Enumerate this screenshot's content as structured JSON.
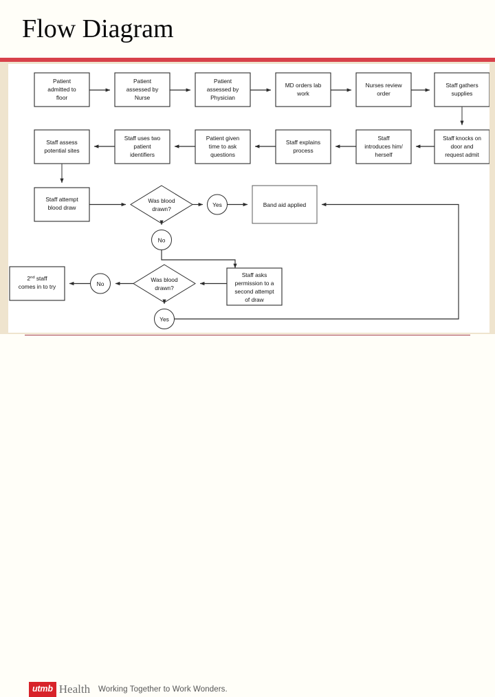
{
  "slide": {
    "title": "Flow Diagram",
    "accent_color": "#D8414A",
    "backdrop_color": "#EFE4CE",
    "canvas_color": "#FFFFFF"
  },
  "footer": {
    "logo_mark": "utmb",
    "logo_word": "Health",
    "tagline": "Working Together to Work Wonders.",
    "logo_color": "#D8232A",
    "rule_color": "#A33A45"
  },
  "chart_data": {
    "type": "diagram",
    "title": "Flow Diagram",
    "nodes": [
      {
        "id": "n1",
        "shape": "process",
        "label": "Patient admitted to floor",
        "row": 1
      },
      {
        "id": "n2",
        "shape": "process",
        "label": "Patient assessed by Nurse",
        "row": 1
      },
      {
        "id": "n3",
        "shape": "process",
        "label": "Patient assessed by Physician",
        "row": 1
      },
      {
        "id": "n4",
        "shape": "process",
        "label": "MD orders lab work",
        "row": 1
      },
      {
        "id": "n5",
        "shape": "process",
        "label": "Nurses review order",
        "row": 1
      },
      {
        "id": "n6",
        "shape": "process",
        "label": "Staff gathers supplies",
        "row": 1
      },
      {
        "id": "n7",
        "shape": "process",
        "label": "Staff knocks on door and request admit",
        "row": 2
      },
      {
        "id": "n8",
        "shape": "process",
        "label": "Staff introduces him/herself",
        "row": 2
      },
      {
        "id": "n9",
        "shape": "process",
        "label": "Staff explains process",
        "row": 2
      },
      {
        "id": "n10",
        "shape": "process",
        "label": "Patient given time to ask questions",
        "row": 2
      },
      {
        "id": "n11",
        "shape": "process",
        "label": "Staff uses two patient identifiers",
        "row": 2
      },
      {
        "id": "n12",
        "shape": "process",
        "label": "Staff assess potential sites",
        "row": 2
      },
      {
        "id": "n13",
        "shape": "process",
        "label": "Staff attempt blood draw",
        "row": 3
      },
      {
        "id": "d1",
        "shape": "decision",
        "label": "Was blood drawn?",
        "row": 3
      },
      {
        "id": "c1",
        "shape": "connector",
        "label": "Yes",
        "row": 3
      },
      {
        "id": "n14",
        "shape": "process",
        "label": "Band aid applied",
        "row": 3
      },
      {
        "id": "c2",
        "shape": "connector",
        "label": "No",
        "row": 3
      },
      {
        "id": "n15",
        "shape": "process",
        "label": "Staff asks permission to a second attempt of draw",
        "row": 4
      },
      {
        "id": "d2",
        "shape": "decision",
        "label": "Was blood drawn?",
        "row": 4
      },
      {
        "id": "c3",
        "shape": "connector",
        "label": "No",
        "row": 4
      },
      {
        "id": "n16",
        "shape": "process",
        "label": "2nd staff comes in to try",
        "row": 4
      },
      {
        "id": "c4",
        "shape": "connector",
        "label": "Yes",
        "row": 4
      }
    ],
    "edges": [
      {
        "from": "n1",
        "to": "n2",
        "label": ""
      },
      {
        "from": "n2",
        "to": "n3",
        "label": ""
      },
      {
        "from": "n3",
        "to": "n4",
        "label": ""
      },
      {
        "from": "n4",
        "to": "n5",
        "label": ""
      },
      {
        "from": "n5",
        "to": "n6",
        "label": ""
      },
      {
        "from": "n6",
        "to": "n7",
        "label": ""
      },
      {
        "from": "n7",
        "to": "n8",
        "label": ""
      },
      {
        "from": "n8",
        "to": "n9",
        "label": ""
      },
      {
        "from": "n9",
        "to": "n10",
        "label": ""
      },
      {
        "from": "n10",
        "to": "n11",
        "label": ""
      },
      {
        "from": "n11",
        "to": "n12",
        "label": ""
      },
      {
        "from": "n12",
        "to": "n13",
        "label": ""
      },
      {
        "from": "n13",
        "to": "d1",
        "label": ""
      },
      {
        "from": "d1",
        "to": "c1",
        "label": "Yes"
      },
      {
        "from": "c1",
        "to": "n14",
        "label": ""
      },
      {
        "from": "d1",
        "to": "c2",
        "label": "No"
      },
      {
        "from": "c2",
        "to": "n15",
        "label": ""
      },
      {
        "from": "n15",
        "to": "d2",
        "label": ""
      },
      {
        "from": "d2",
        "to": "c3",
        "label": "No"
      },
      {
        "from": "c3",
        "to": "n16",
        "label": ""
      },
      {
        "from": "d2",
        "to": "c4",
        "label": "Yes"
      },
      {
        "from": "c4",
        "to": "n14",
        "label": ""
      }
    ],
    "row1": [
      {
        "lines": [
          "Patient",
          "admitted to",
          "floor"
        ]
      },
      {
        "lines": [
          "Patient",
          "assessed by",
          "Nurse"
        ]
      },
      {
        "lines": [
          "Patient",
          "assessed by",
          "Physician"
        ]
      },
      {
        "lines": [
          "MD orders lab",
          "work"
        ]
      },
      {
        "lines": [
          "Nurses review",
          "order"
        ]
      },
      {
        "lines": [
          "Staff gathers",
          "supplies"
        ]
      }
    ],
    "row2": [
      {
        "lines": [
          "Staff assess",
          "potential sites"
        ]
      },
      {
        "lines": [
          "Staff uses two",
          "patient",
          "identifiers"
        ]
      },
      {
        "lines": [
          "Patient given",
          "time to ask",
          "questions"
        ]
      },
      {
        "lines": [
          "Staff explains",
          "process"
        ]
      },
      {
        "lines": [
          "Staff",
          "introduces him/",
          "herself"
        ]
      },
      {
        "lines": [
          "Staff knocks on",
          "door and",
          "request admit"
        ]
      }
    ],
    "row3": {
      "box": {
        "lines": [
          "Staff attempt",
          "blood draw"
        ]
      },
      "decision": {
        "lines": [
          "Was blood",
          "drawn?"
        ]
      },
      "yes": "Yes",
      "no": "No",
      "result": {
        "lines": [
          "Band aid applied"
        ]
      }
    },
    "row4": {
      "box": {
        "lines": [
          "Staff asks",
          "permission to a",
          "second attempt",
          "of draw"
        ]
      },
      "decision": {
        "lines": [
          "Was blood",
          "drawn?"
        ]
      },
      "no": "No",
      "yes": "Yes",
      "retry": {
        "lines": [
          "2",
          "nd",
          " staff",
          "comes in to try"
        ]
      }
    }
  }
}
